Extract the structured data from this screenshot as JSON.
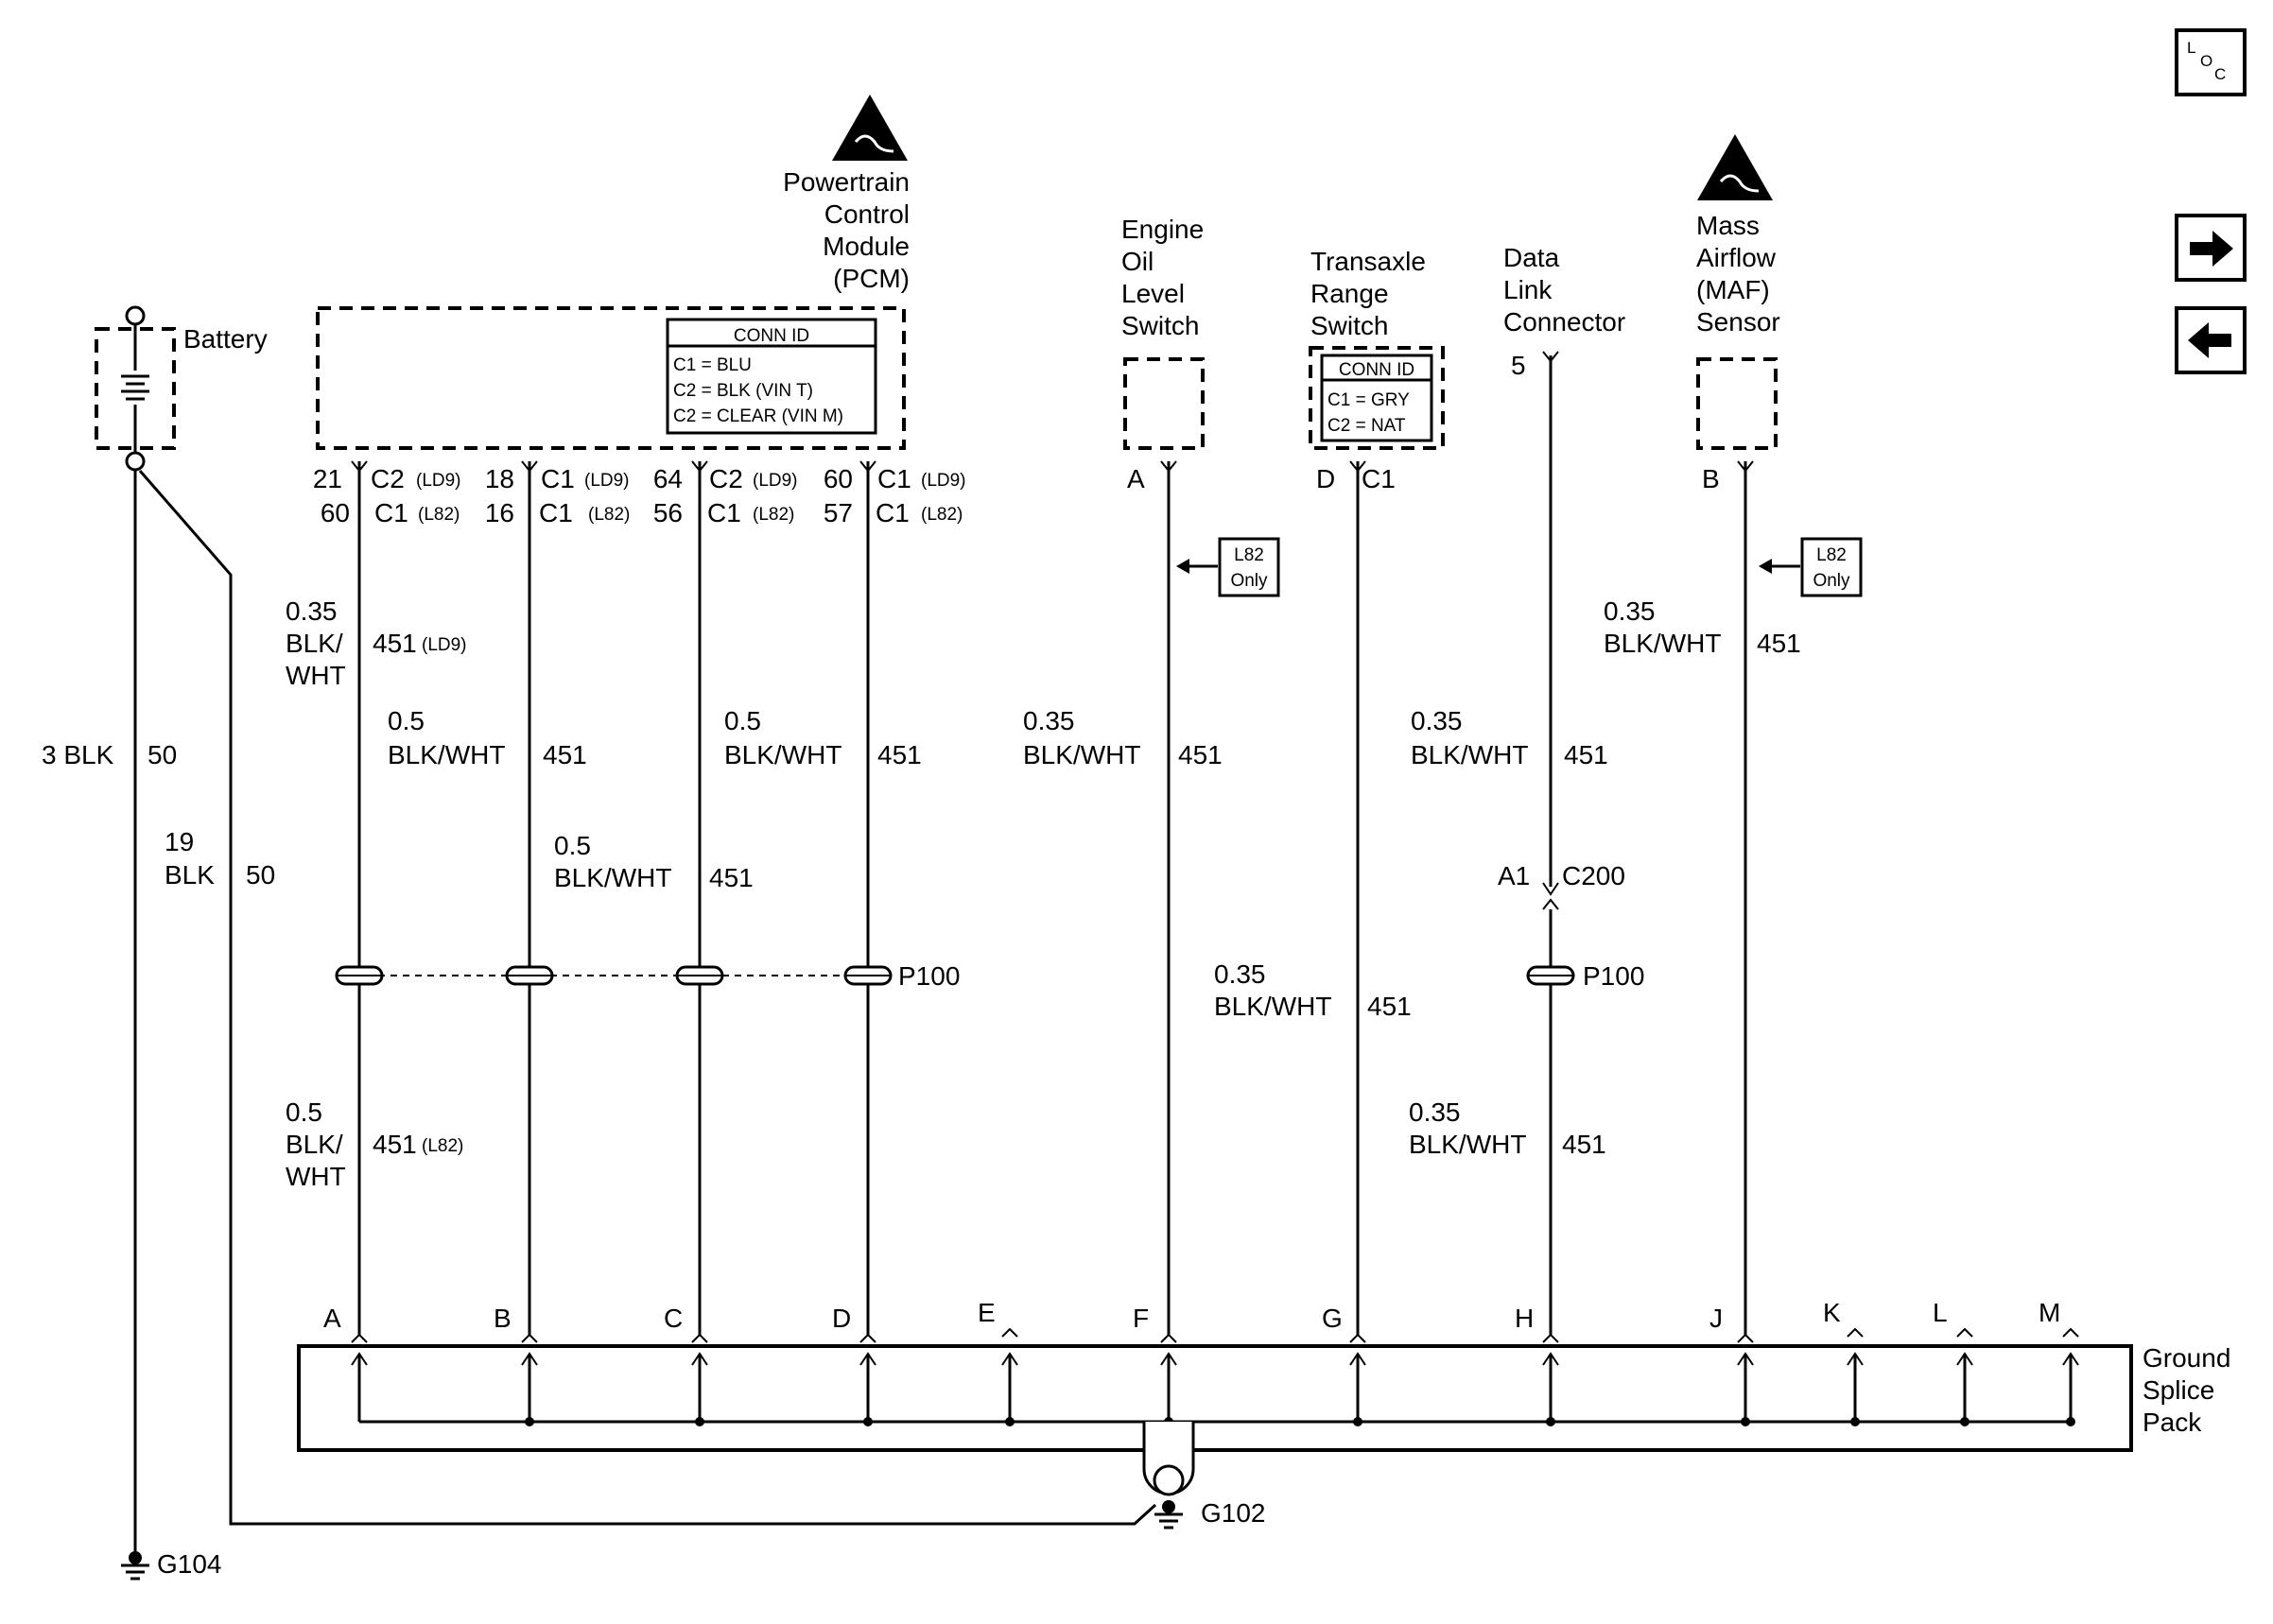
{
  "nav": {
    "loc_icon": "loc-icon",
    "next_icon": "arrow-right-icon",
    "prev_icon": "arrow-left-icon"
  },
  "battery": {
    "label": "Battery",
    "wire_a": "3 BLK",
    "circuit_a": "50",
    "wire_b_size": "19",
    "wire_b_color": "BLK",
    "circuit_b": "50",
    "ground": "G104"
  },
  "pcm": {
    "title": [
      "Powertrain",
      "Control",
      "Module",
      "(PCM)"
    ],
    "conn_id": {
      "header": "CONN ID",
      "lines": [
        "C1 = BLU",
        "C2 = BLK (VIN T)",
        "C2 = CLEAR (VIN M)"
      ]
    },
    "pins": [
      {
        "top_pin": "21",
        "top_conn": "C2",
        "top_opt": "(LD9)",
        "bot_pin": "60",
        "bot_conn": "C1",
        "bot_opt": "(L82)"
      },
      {
        "top_pin": "18",
        "top_conn": "C1",
        "top_opt": "(LD9)",
        "bot_pin": "16",
        "bot_conn": "C1",
        "bot_opt": "(L82)"
      },
      {
        "top_pin": "64",
        "top_conn": "C2",
        "top_opt": "(LD9)",
        "bot_pin": "56",
        "bot_conn": "C1",
        "bot_opt": "(L82)"
      },
      {
        "top_pin": "60",
        "top_conn": "C1",
        "top_opt": "(LD9)",
        "bot_pin": "57",
        "bot_conn": "C1",
        "bot_opt": "(L82)"
      }
    ]
  },
  "wires": {
    "a_upper": {
      "size": "0.35",
      "color1": "BLK/",
      "color2": "WHT",
      "circuit": "451",
      "opt": "(LD9)"
    },
    "a_lower": {
      "size": "0.5",
      "color1": "BLK/",
      "color2": "WHT",
      "circuit": "451",
      "opt": "(L82)"
    },
    "b": {
      "size": "0.5",
      "color": "BLK/WHT",
      "circuit": "451"
    },
    "c": {
      "size": "0.5",
      "color": "BLK/WHT",
      "circuit": "451"
    },
    "d": {
      "size": "0.5",
      "color": "BLK/WHT",
      "circuit": "451"
    },
    "f": {
      "size": "0.35",
      "color": "BLK/WHT",
      "circuit": "451"
    },
    "g_upper": {
      "size": "0.35",
      "color": "BLK/WHT",
      "circuit": "451"
    },
    "g_lower": {
      "size": "0.35",
      "color": "BLK/WHT",
      "circuit": "451"
    },
    "h_lower": {
      "size": "0.35",
      "color": "BLK/WHT",
      "circuit": "451"
    },
    "j": {
      "size": "0.35",
      "color": "BLK/WHT",
      "circuit": "451"
    }
  },
  "inline_connector": "P100",
  "engine_oil": {
    "title": [
      "Engine",
      "Oil",
      "Level",
      "Switch"
    ],
    "pin": "A",
    "option": [
      "L82",
      "Only"
    ]
  },
  "transaxle": {
    "title": [
      "Transaxle",
      "Range",
      "Switch"
    ],
    "conn_id": {
      "header": "CONN ID",
      "lines": [
        "C1 = GRY",
        "C2 = NAT"
      ]
    },
    "pin": "D",
    "conn": "C1"
  },
  "dlc": {
    "title": [
      "Data",
      "Link",
      "Connector"
    ],
    "pin": "5",
    "conn_pin": "A1",
    "conn_name": "C200",
    "inline": "P100"
  },
  "maf": {
    "title": [
      "Mass",
      "Airflow",
      "(MAF)",
      "Sensor"
    ],
    "pin": "B",
    "option": [
      "L82",
      "Only"
    ]
  },
  "splice": {
    "label": [
      "Ground",
      "Splice",
      "Pack"
    ],
    "pins": [
      "A",
      "B",
      "C",
      "D",
      "E",
      "F",
      "G",
      "H",
      "J",
      "K",
      "L",
      "M"
    ],
    "ground": "G102"
  }
}
